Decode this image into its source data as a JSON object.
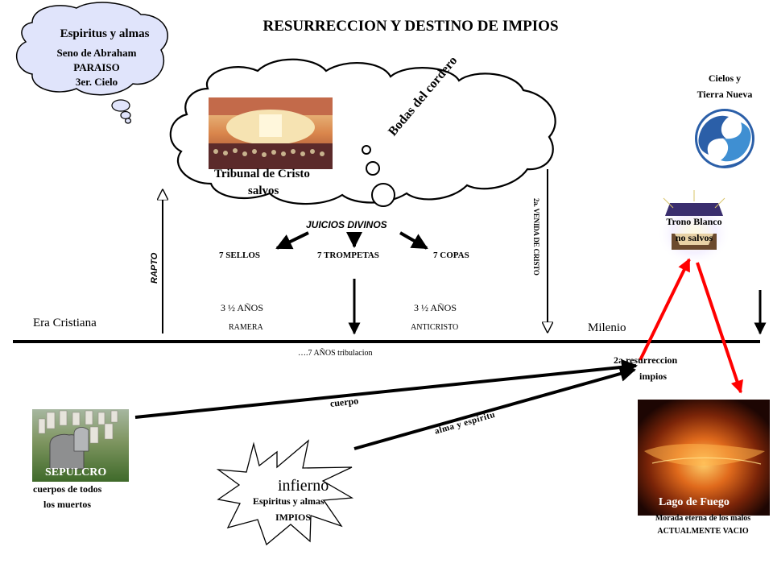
{
  "title": "RESURRECCION Y DESTINO DE IMPIOS",
  "paradise": {
    "heading": "Espiritus y almas",
    "line1": "Seno de Abraham",
    "line2": "PARAISO",
    "line3": "3er. Cielo"
  },
  "heaven_cloud": {
    "tribunal": "Tribunal de Cristo",
    "salvos": "salvos",
    "bodas": "Bodas del cordero"
  },
  "judgments": {
    "heading": "JUICIOS DIVINOS",
    "sellos": "7 SELLOS",
    "trompetas": "7 TROMPETAS",
    "copas": "7 COPAS"
  },
  "rapto": "RAPTO",
  "second_coming": "2a. VENIDA DE CRISTO",
  "periods": {
    "first_years": "3 ½ AÑOS",
    "first_label": "RAMERA",
    "second_years": "3 ½ AÑOS",
    "second_label": "ANTICRISTO",
    "tribulation": "….7 AÑOS tribulacion"
  },
  "timeline": {
    "era": "Era Cristiana",
    "milenio": "Milenio"
  },
  "new_heavens": {
    "line1": "Cielos y",
    "line2": "Tierra Nueva"
  },
  "white_throne": {
    "line1": "Trono Blanco",
    "line2": "no salvos"
  },
  "resurrection": {
    "line1": "2a.resurreccion",
    "line2": "impios"
  },
  "tomb": {
    "label": "SEPULCRO",
    "line1": "cuerpos de todos",
    "line2": "los muertos"
  },
  "hell": {
    "heading": "infierno",
    "line1": "Espiritus y almas",
    "line2": "IMPIOS"
  },
  "arrows": {
    "cuerpo": "cuerpo",
    "alma": "alma y espiritu"
  },
  "lake": {
    "label": "Lago de Fuego",
    "line1": "Morada eterna de los malos",
    "line2": "ACTUALMENTE  VACIO"
  },
  "colors": {
    "red_arrow": "#ff0000",
    "line": "#000000"
  }
}
